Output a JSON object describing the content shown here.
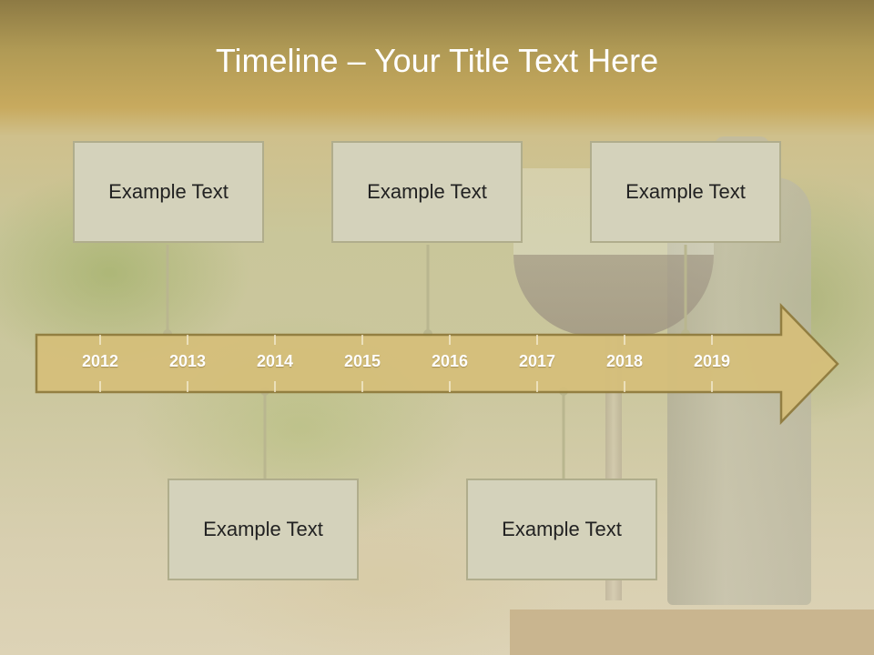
{
  "title": "Timeline – Your Title Text Here",
  "colors": {
    "arrow_fill": "#d6bf7a",
    "arrow_stroke": "#8f7a3b",
    "box_fill": "#d4d2bb",
    "box_border": "#b0ad8c",
    "connector": "#b9b68f",
    "title_bar": "#b09a55"
  },
  "timeline": {
    "years": [
      "2012",
      "2013",
      "2014",
      "2015",
      "2016",
      "2017",
      "2018",
      "2019"
    ]
  },
  "events_above": [
    {
      "text": "Example Text"
    },
    {
      "text": "Example Text"
    },
    {
      "text": "Example Text"
    }
  ],
  "events_below": [
    {
      "text": "Example Text"
    },
    {
      "text": "Example Text"
    }
  ]
}
